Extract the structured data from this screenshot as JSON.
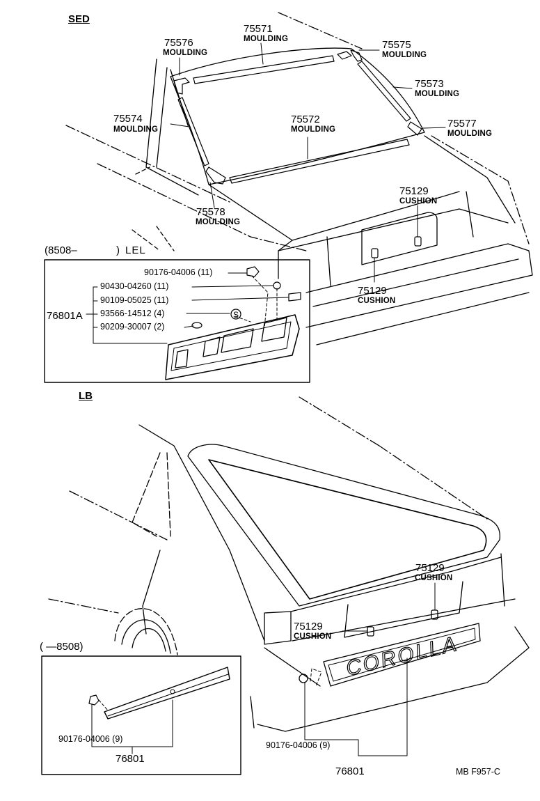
{
  "sections": {
    "sed": "SED",
    "lb": "LB"
  },
  "sed_parts": [
    {
      "num": "75576",
      "name": "MOULDING"
    },
    {
      "num": "75571",
      "name": "MOULDING"
    },
    {
      "num": "75575",
      "name": "MOULDING"
    },
    {
      "num": "75573",
      "name": "MOULDING"
    },
    {
      "num": "75574",
      "name": "MOULDING"
    },
    {
      "num": "75572",
      "name": "MOULDING"
    },
    {
      "num": "75577",
      "name": "MOULDING"
    },
    {
      "num": "75578",
      "name": "MOULDING"
    },
    {
      "num": "75129",
      "name": "CUSHION"
    },
    {
      "num": "75129",
      "name": "CUSHION"
    }
  ],
  "sed_inset": {
    "date_range": "(8508–",
    "date_close": ")",
    "trim": "LEL",
    "assembly": "76801A",
    "bolts": [
      "90176-04006 (11)",
      "90430-04260 (11)",
      "90109-05025 (11)",
      "93566-14512 (4)",
      "90209-30007 (2)"
    ],
    "s_mark": "S"
  },
  "lb_parts": [
    {
      "num": "75129",
      "name": "CUSHION"
    },
    {
      "num": "75129",
      "name": "CUSHION"
    }
  ],
  "lb_main": {
    "bolt": "90176-04006 (9)",
    "assembly": "76801",
    "emblem": "COROLLA"
  },
  "lb_inset": {
    "date_range": "( —8508)",
    "bolt": "90176-04006 (9)",
    "assembly": "76801"
  },
  "footer": {
    "code": "MB  F957-C"
  }
}
